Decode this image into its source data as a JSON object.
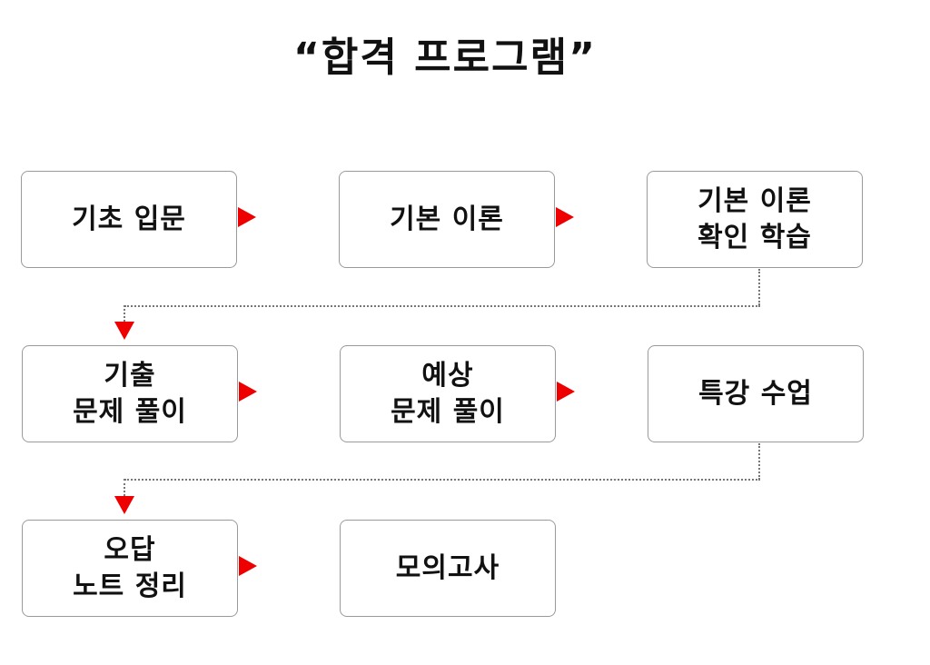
{
  "title": "“합격 프로그램”",
  "steps": [
    {
      "lines": [
        "기초 입문"
      ]
    },
    {
      "lines": [
        "기본 이론"
      ]
    },
    {
      "lines": [
        "기본 이론",
        "확인 학습"
      ]
    },
    {
      "lines": [
        "기출",
        "문제 풀이"
      ]
    },
    {
      "lines": [
        "예상",
        "문제 풀이"
      ]
    },
    {
      "lines": [
        "특강 수업"
      ]
    },
    {
      "lines": [
        "오답",
        "노트 정리"
      ]
    },
    {
      "lines": [
        "모의고사"
      ]
    }
  ],
  "colors": {
    "arrow": "#ee0000",
    "connector": "#777777",
    "box_border": "#9a9a9a"
  }
}
